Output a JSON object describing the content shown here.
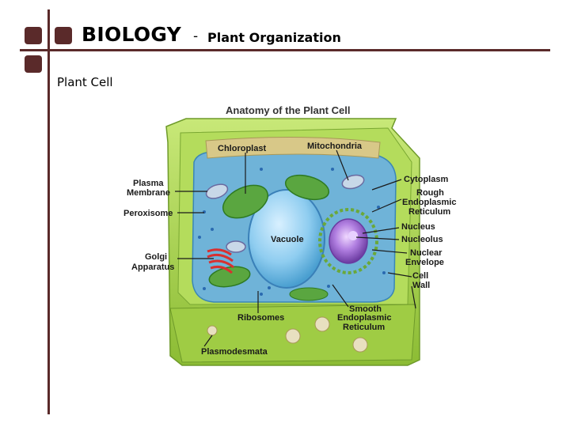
{
  "slide": {
    "title": "BIOLOGY",
    "separator": "-",
    "subtitle": "Plant Organization",
    "heading": "Plant Cell"
  },
  "figure": {
    "title": "Anatomy of the Plant Cell",
    "labels": {
      "chloroplast": "Chloroplast",
      "mitochondria": "Mitochondria",
      "plasma_membrane_1": "Plasma",
      "plasma_membrane_2": "Membrane",
      "peroxisome": "Peroxisome",
      "golgi_1": "Golgi",
      "golgi_2": "Apparatus",
      "vacuole": "Vacuole",
      "ribosomes": "Ribosomes",
      "plasmodesmata": "Plasmodesmata",
      "cytoplasm": "Cytoplasm",
      "rough_er_1": "Rough",
      "rough_er_2": "Endoplasmic",
      "rough_er_3": "Reticulum",
      "nucleus": "Nucleus",
      "nucleolus": "Nucleolus",
      "nuclear_envelope_1": "Nuclear",
      "nuclear_envelope_2": "Envelope",
      "cell_wall_1": "Cell",
      "cell_wall_2": "Wall",
      "smooth_er_1": "Smooth",
      "smooth_er_2": "Endoplasmic",
      "smooth_er_3": "Reticulum"
    }
  },
  "colors": {
    "accent": "#5a2a2a",
    "cell_wall": "#a9d24a",
    "cytoplasm": "#6fb3d8",
    "vacuole": "#8fcdf0",
    "chloroplast": "#5aa640",
    "nucleus": "#9a66c8",
    "golgi": "#d83030"
  }
}
